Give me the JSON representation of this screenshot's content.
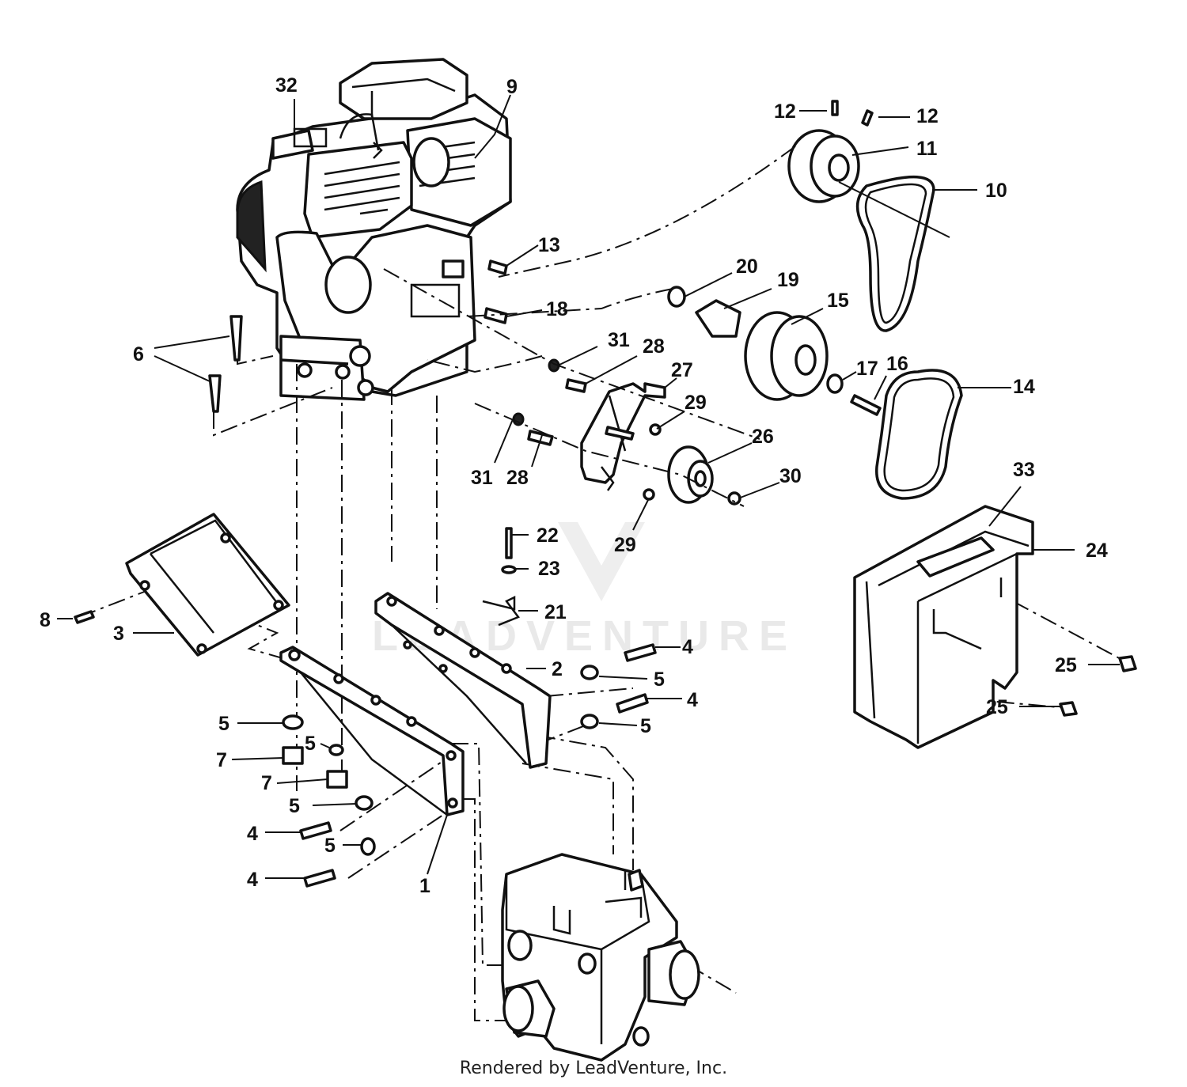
{
  "watermark": "LEADVENTURE",
  "footer": "Rendered by LeadVenture, Inc.",
  "callouts": [
    {
      "id": "c32",
      "text": "32"
    },
    {
      "id": "c9",
      "text": "9"
    },
    {
      "id": "c12a",
      "text": "12"
    },
    {
      "id": "c12b",
      "text": "12"
    },
    {
      "id": "c11",
      "text": "11"
    },
    {
      "id": "c10",
      "text": "10"
    },
    {
      "id": "c13",
      "text": "13"
    },
    {
      "id": "c20",
      "text": "20"
    },
    {
      "id": "c19",
      "text": "19"
    },
    {
      "id": "c15",
      "text": "15"
    },
    {
      "id": "c18",
      "text": "18"
    },
    {
      "id": "c31a",
      "text": "31"
    },
    {
      "id": "c28a",
      "text": "28"
    },
    {
      "id": "c27",
      "text": "27"
    },
    {
      "id": "c17",
      "text": "17"
    },
    {
      "id": "c16",
      "text": "16"
    },
    {
      "id": "c14",
      "text": "14"
    },
    {
      "id": "c6",
      "text": "6"
    },
    {
      "id": "c29a",
      "text": "29"
    },
    {
      "id": "c26",
      "text": "26"
    },
    {
      "id": "c31b",
      "text": "31"
    },
    {
      "id": "c28b",
      "text": "28"
    },
    {
      "id": "c30",
      "text": "30"
    },
    {
      "id": "c33",
      "text": "33"
    },
    {
      "id": "c22",
      "text": "22"
    },
    {
      "id": "c29b",
      "text": "29"
    },
    {
      "id": "c24",
      "text": "24"
    },
    {
      "id": "c23",
      "text": "23"
    },
    {
      "id": "c21",
      "text": "21"
    },
    {
      "id": "c8",
      "text": "8"
    },
    {
      "id": "c3",
      "text": "3"
    },
    {
      "id": "c4a",
      "text": "4"
    },
    {
      "id": "c2",
      "text": "2"
    },
    {
      "id": "c5a",
      "text": "5"
    },
    {
      "id": "c25a",
      "text": "25"
    },
    {
      "id": "c4b",
      "text": "4"
    },
    {
      "id": "c5b",
      "text": "5"
    },
    {
      "id": "c25b",
      "text": "25"
    },
    {
      "id": "c5c",
      "text": "5"
    },
    {
      "id": "c5d",
      "text": "5"
    },
    {
      "id": "c7a",
      "text": "7"
    },
    {
      "id": "c7b",
      "text": "7"
    },
    {
      "id": "c5e",
      "text": "5"
    },
    {
      "id": "c4c",
      "text": "4"
    },
    {
      "id": "c5f",
      "text": "5"
    },
    {
      "id": "c4d",
      "text": "4"
    },
    {
      "id": "c1",
      "text": "1"
    }
  ]
}
